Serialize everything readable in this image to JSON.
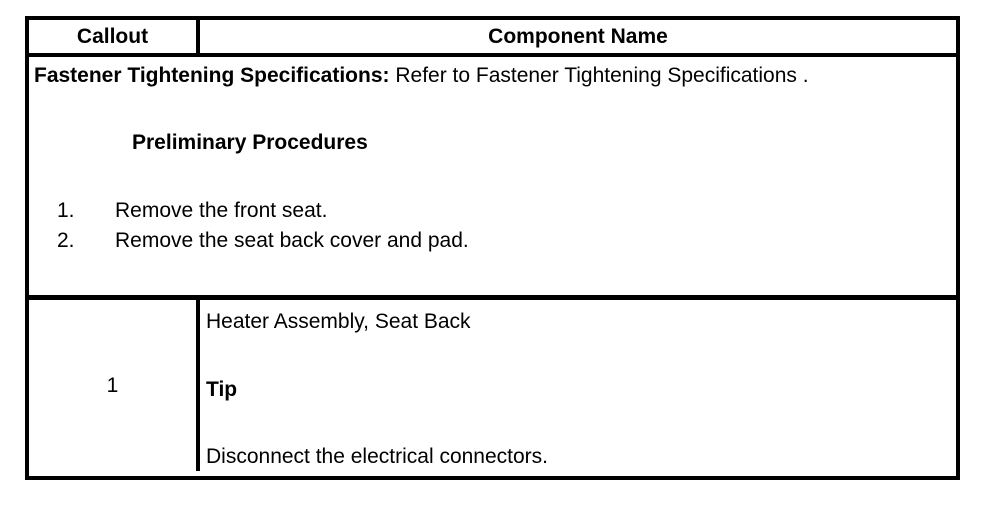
{
  "table": {
    "headers": {
      "callout": "Callout",
      "component_name": "Component Name"
    },
    "preliminary_block": {
      "spec_label": "Fastener Tightening Specifications:",
      "spec_text": " Refer to Fastener Tightening Specifications .",
      "heading": "Preliminary Procedures",
      "steps": [
        {
          "number": "1.",
          "text": "Remove the front seat."
        },
        {
          "number": "2.",
          "text": "Remove the seat back cover and pad."
        }
      ]
    },
    "rows": [
      {
        "callout": "1",
        "component_name": "Heater Assembly, Seat Back",
        "note_heading": "Tip",
        "note_text": "Disconnect the electrical connectors."
      }
    ]
  },
  "colors": {
    "border": "#000000",
    "text": "#000000",
    "background": "#ffffff"
  }
}
